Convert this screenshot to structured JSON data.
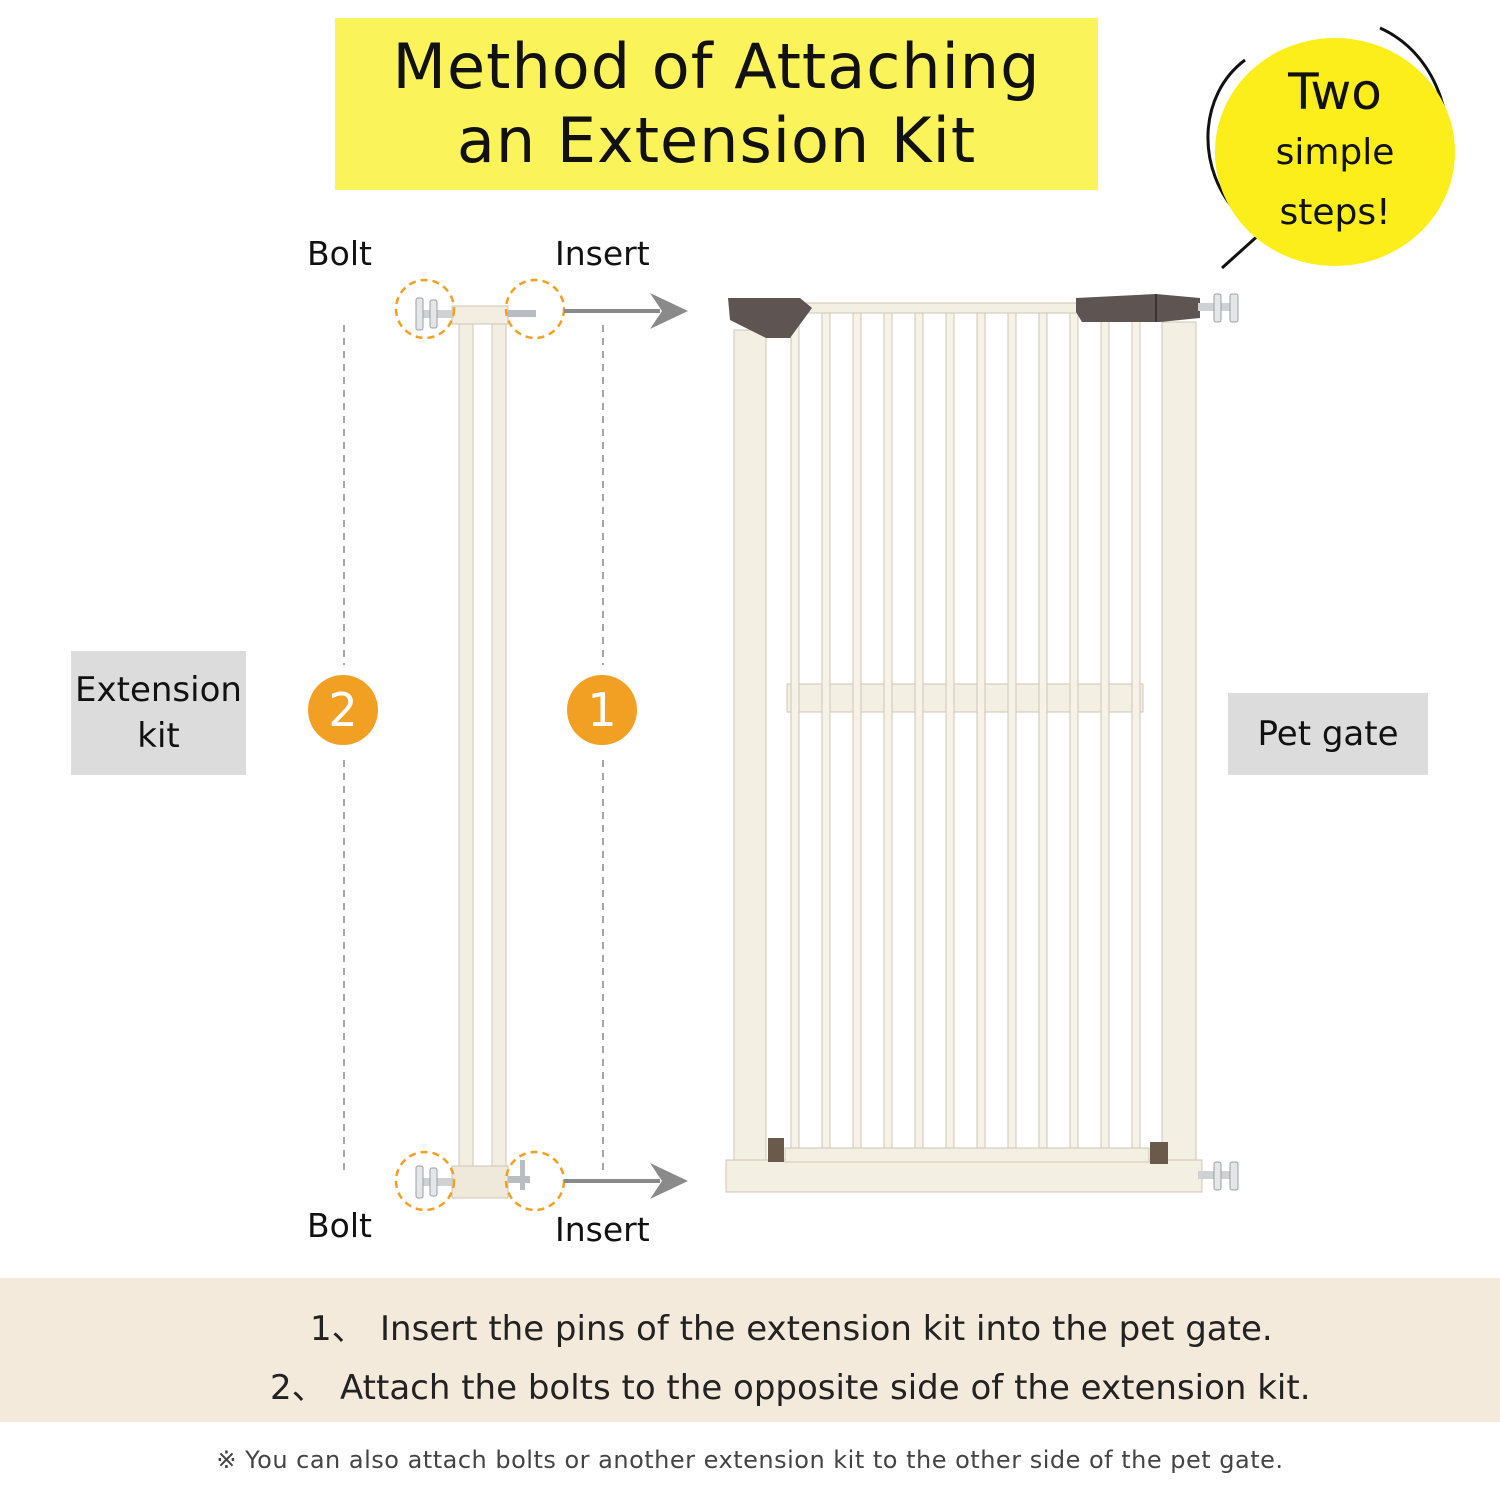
{
  "title": {
    "line1": "Method of Attaching",
    "line2": "an Extension Kit"
  },
  "badge": {
    "line1": "Two",
    "line2": "simple",
    "line3": "steps!"
  },
  "labels": {
    "bolt_top": "Bolt",
    "insert_top": "Insert",
    "bolt_bottom": "Bolt",
    "insert_bottom": "Insert"
  },
  "extension_kit": {
    "line1": "Extension",
    "line2": "kit"
  },
  "pet_gate": "Pet gate",
  "step_markers": {
    "left": "2",
    "right": "1"
  },
  "steps": [
    {
      "num": "1、",
      "text": "Insert the pins of the extension kit into the pet gate."
    },
    {
      "num": "2、",
      "text": "Attach the bolts to the opposite side of the extension kit."
    }
  ],
  "note": "※ You can also attach bolts or another extension kit to the other side of the pet gate.",
  "colors": {
    "title_bg": "#fbf35a",
    "badge_bg": "#fbee1a",
    "marker": "#f2a023",
    "band": "#f3eadc",
    "label_bg": "#dcdcdc"
  }
}
